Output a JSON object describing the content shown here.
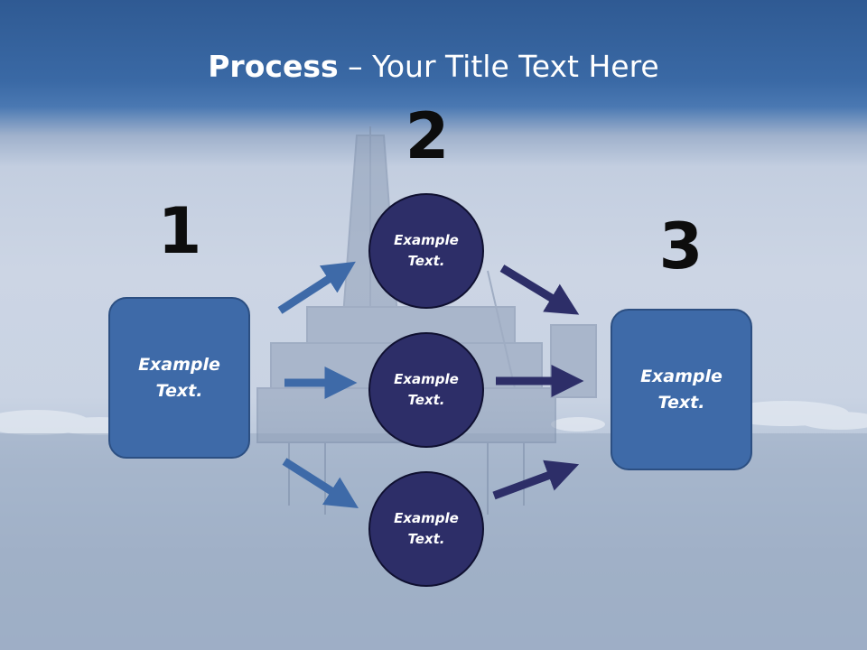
{
  "title": {
    "bold": "Process",
    "rest": " – Your Title Text Here"
  },
  "steps": {
    "one": {
      "number": "1"
    },
    "two": {
      "number": "2"
    },
    "three": {
      "number": "3"
    }
  },
  "boxes": {
    "left": {
      "text": "Example Text."
    },
    "right": {
      "text": "Example Text."
    }
  },
  "circles": [
    {
      "text": "Example Text."
    },
    {
      "text": "Example Text."
    },
    {
      "text": "Example Text."
    }
  ],
  "colors": {
    "box_fill": "#3e6aa8",
    "circle_fill": "#2d2e68",
    "arrow_left": "#3e6aa8",
    "arrow_right": "#2d2e68",
    "number": "#0d0d0d"
  }
}
